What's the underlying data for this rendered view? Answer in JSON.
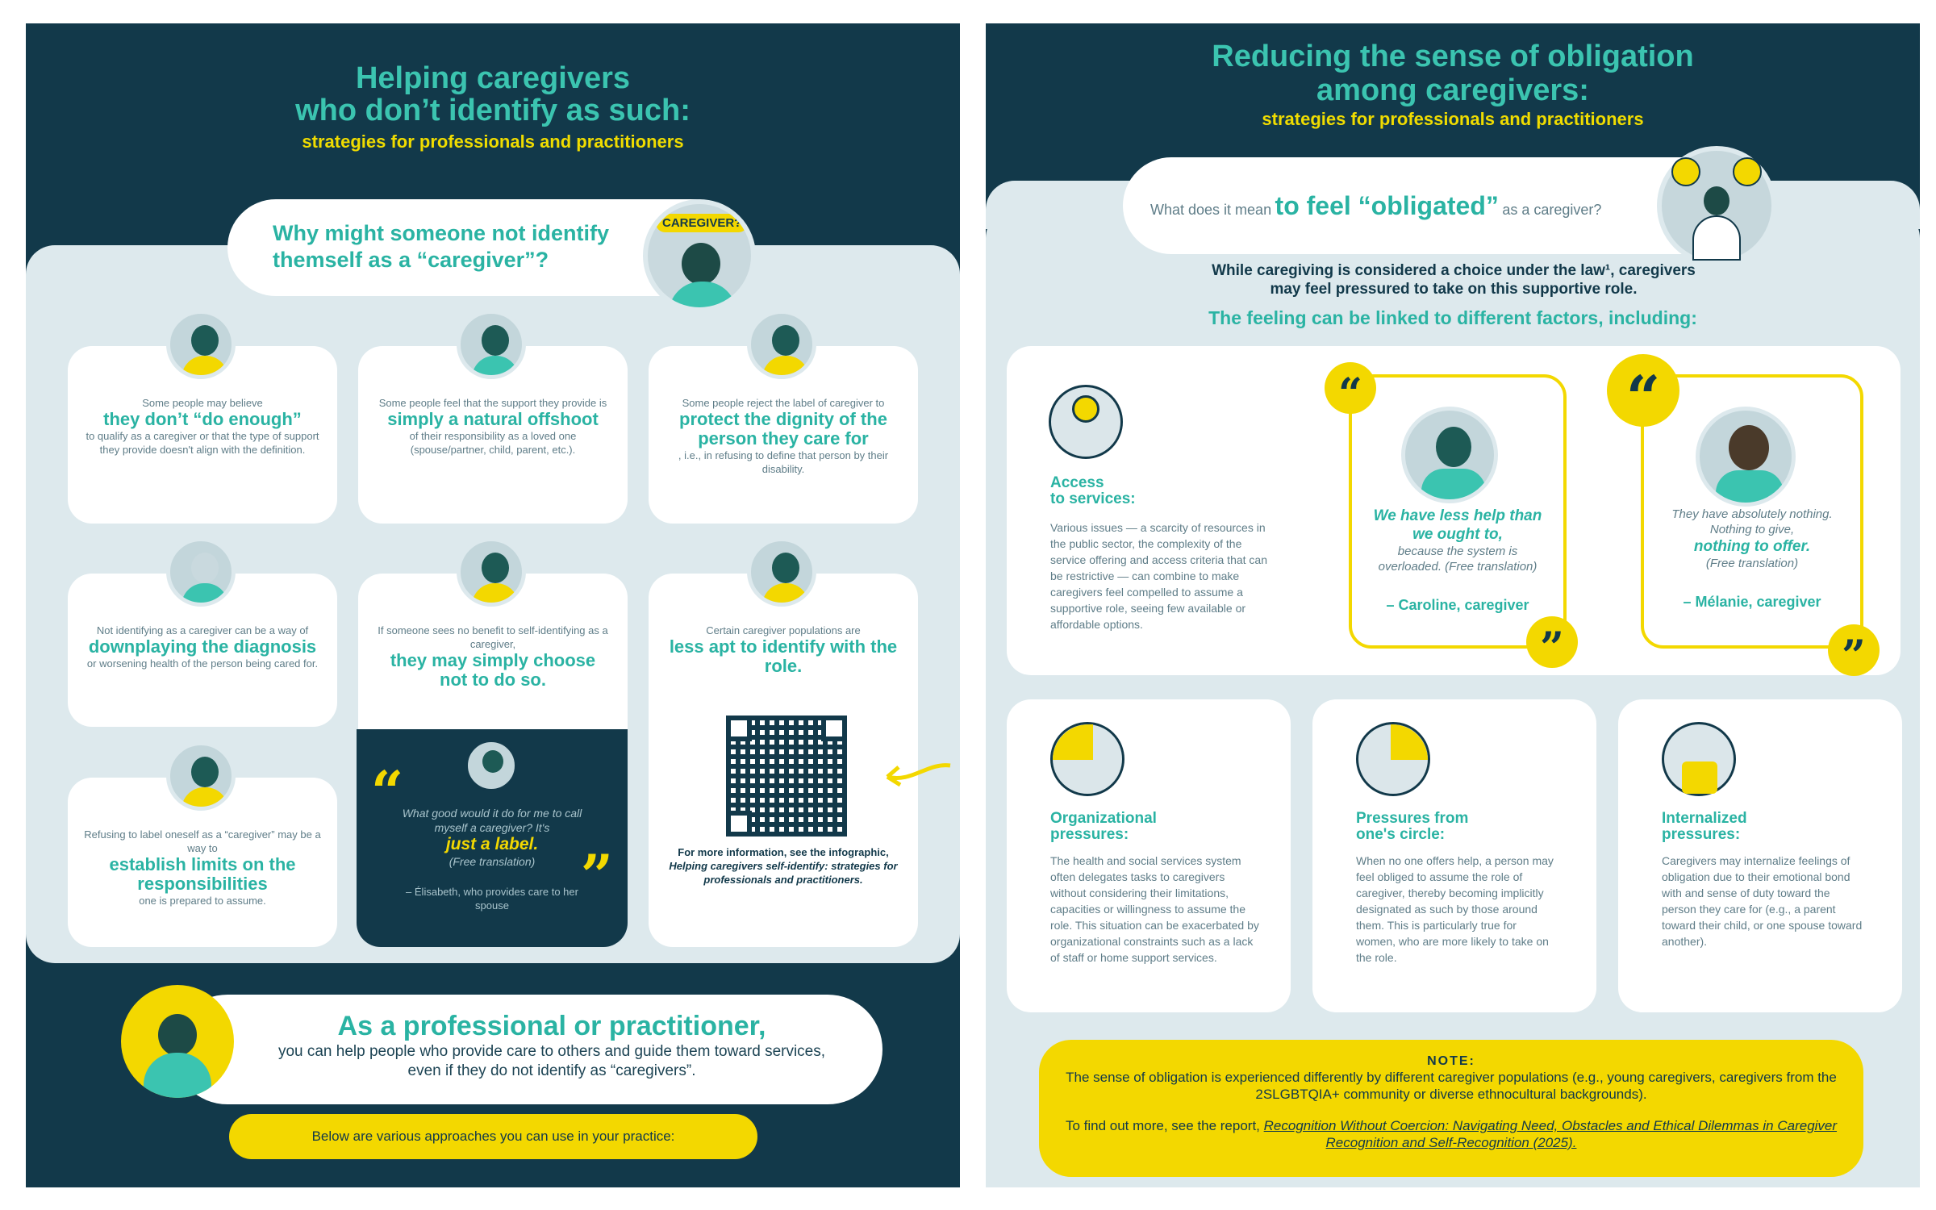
{
  "left": {
    "title_line1": "Helping caregivers",
    "title_line2": "who don’t identify as such:",
    "subtitle": "strategies for professionals and practitioners",
    "question": {
      "line1": "Why might someone not identify",
      "line2": "themself as a “caregiver”?",
      "badge": "CAREGIVER?"
    },
    "cards": [
      {
        "pre": "Some people may believe",
        "big": "they don’t “do enough”",
        "post": "to qualify as a caregiver or that the type of support they provide doesn't align with the definition."
      },
      {
        "pre": "Some people feel that the support they provide is",
        "big": "simply a natural offshoot",
        "post": "of their responsibility as a loved one (spouse/partner, child, parent, etc.)."
      },
      {
        "pre": "Some people reject the label of caregiver to",
        "big": "protect the dignity of the person they care for",
        "post": ", i.e., in refusing to define that person by their disability."
      },
      {
        "pre": "Not identifying as a caregiver can be a way of",
        "big": "downplaying the diagnosis",
        "post": "or worsening health of the person being cared for."
      },
      {
        "pre": "If someone sees no benefit to self-identifying as a caregiver,",
        "big": "they may simply choose not to do so.",
        "post": ""
      },
      {
        "pre": "Certain caregiver populations are",
        "big": "less apt to identify with the role.",
        "post": ""
      },
      {
        "pre": "Refusing to label oneself as a “caregiver” may be a way to",
        "big": "establish limits on the responsibilities",
        "post": "one is prepared to assume."
      }
    ],
    "quote": {
      "open": "“",
      "close": "”",
      "text": "What good would it do for me to call myself a caregiver? It's",
      "highlight": "just a label.",
      "translation": "(Free translation)",
      "attribution": "– Élisabeth, who provides care to her spouse"
    },
    "more_info": {
      "prefix": "For more information, see the infographic,",
      "title": "Helping caregivers self-identify: strategies for professionals and practitioners."
    },
    "professional": {
      "heading": "As a professional or practitioner,",
      "text": "you can help people who provide care to others and guide them toward services, even if they do not identify as “caregivers”."
    },
    "approaches": "Below are various approaches you can use in your practice:"
  },
  "right": {
    "title_line1": "Reducing the sense of obligation",
    "title_line2": "among caregivers:",
    "subtitle": "strategies for professionals and practitioners",
    "question": {
      "pre": "What does it mean",
      "big": "to feel “obligated”",
      "post": "as a caregiver?"
    },
    "intro_line1": "While caregiving is considered a choice under the law¹, caregivers",
    "intro_line2": "may feel pressured to take on this supportive role.",
    "factors": "The feeling can be linked to different factors, including:",
    "access": {
      "label_line1": "Access",
      "label_line2": "to services:",
      "text": "Various issues — a scarcity of resources in the public sector, the complexity of the service offering and access criteria that can be restrictive — can combine to make caregivers feel compelled to assume a supportive role, seeing few available or affordable options."
    },
    "quote1": {
      "open": "“",
      "close": "”",
      "highlight": "We have less help than we ought to,",
      "text": "because the system is overloaded. (Free translation)",
      "attribution": "– Caroline, caregiver"
    },
    "quote2": {
      "open": "“",
      "close": "”",
      "text": "They have absolutely nothing. Nothing to give,",
      "highlight": "nothing to offer.",
      "translation": "(Free translation)",
      "attribution": "– Mélanie, caregiver"
    },
    "org": {
      "label_line1": "Organizational",
      "label_line2": "pressures:",
      "text": "The health and social services system often delegates tasks to caregivers without considering their limitations, capacities or willingness to assume the role. This situation can be exacerbated by organizational constraints such as a lack of staff or home support services."
    },
    "circle": {
      "label_line1": "Pressures from",
      "label_line2": "one's circle:",
      "text": "When no one offers help, a person may feel obliged to assume the role of caregiver, thereby becoming implicitly designated as such by those around them. This is particularly true for women, who are more likely to take on the role."
    },
    "internal": {
      "label_line1": "Internalized",
      "label_line2": "pressures:",
      "text": "Caregivers may internalize feelings of obligation due to their emotional bond with and sense of duty toward the person they care for (e.g., a parent toward their child, or one spouse toward another)."
    },
    "note": {
      "title": "NOTE:",
      "body": "The sense of obligation is experienced differently by different caregiver populations (e.g., young caregivers, caregivers from the 2SLGBTQIA+ community or diverse ethnocultural backgrounds).",
      "link_prefix": "To find out more, see the report,",
      "link": "Recognition Without Coercion: Navigating Need, Obstacles and Ethical Dilemmas in Caregiver Recognition and Self-Recognition (2025)."
    }
  }
}
